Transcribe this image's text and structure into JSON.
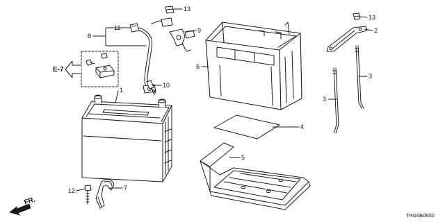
{
  "callouts": {
    "c1": "1",
    "c2": "2",
    "c3a": "3",
    "c3b": "3",
    "c4": "4",
    "c5": "5",
    "c6": "6",
    "c7": "7",
    "c8": "8",
    "c9": "9",
    "c10": "10",
    "c11": "11",
    "c12": "12",
    "c13a": "13",
    "c13b": "13"
  },
  "ref_label": "E-7",
  "direction_label": "FR.",
  "diagram_code": "TR0AB0600"
}
